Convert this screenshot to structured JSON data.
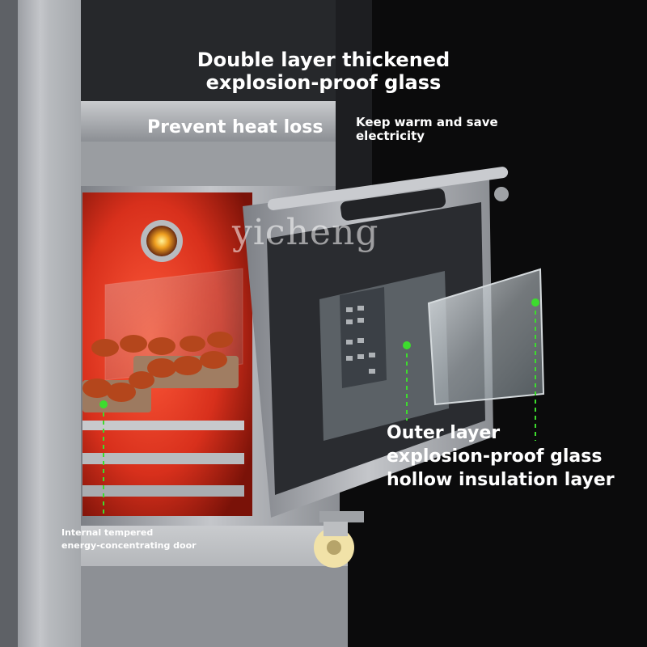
{
  "headline": {
    "line1": "Double layer thickened",
    "line2": "explosion-proof glass"
  },
  "label_heat": "Prevent heat loss",
  "label_keep": "Keep warm and save electricity",
  "label_outer": {
    "line1": "Outer layer",
    "line2": "explosion-proof glass",
    "line3": "hollow insulation layer"
  },
  "label_inner": {
    "line1": "Internal tempered",
    "line2": "energy-concentrating door"
  },
  "watermark": "yicheng",
  "colors": {
    "background": "#0b0b0c",
    "accent_green": "#3ddc2e",
    "glow_red": "#ff3a26",
    "steel": "#a6a9ad"
  }
}
